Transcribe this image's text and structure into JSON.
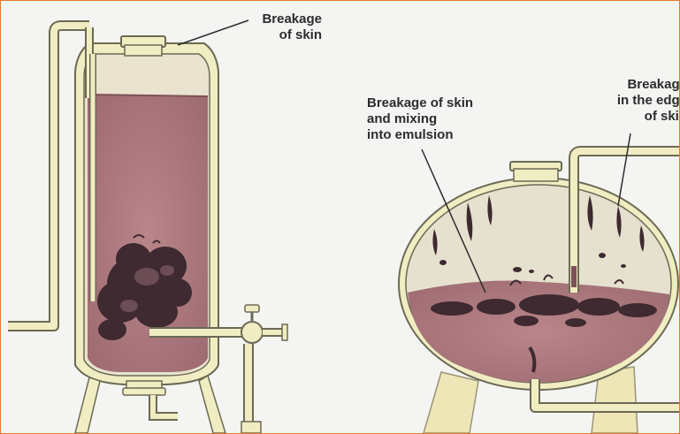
{
  "labels": {
    "tall_tank_breakage": "Breakage\nof skin",
    "round_tank_mixing": "Breakage of skin\nand mixing\ninto emulsion",
    "round_tank_edge": "Breakage\nin the edge\nof skin"
  },
  "colors": {
    "frame_border": "#e8782a",
    "pipe": "#f1edc2",
    "pipe_outline": "#6b6a55",
    "liquid": "#b07a80",
    "pomace": "#3e2a30",
    "background": "#f4f4f2"
  }
}
